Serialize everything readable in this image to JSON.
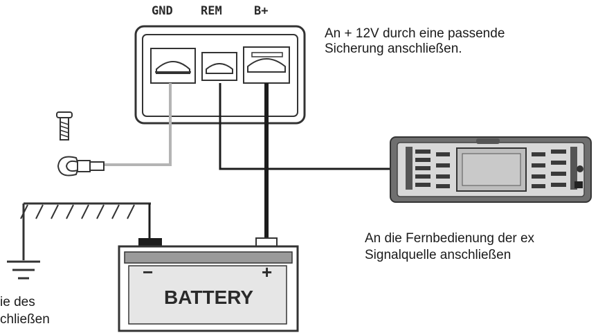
{
  "terminals": {
    "gnd": "GND",
    "rem": "REM",
    "bplus": "B+"
  },
  "labels": {
    "power_line1": "An + 12V durch eine passende",
    "power_line2": "Sicherung anschließen.",
    "remote_line1": "An die Fernbedienung der ex",
    "remote_line2": "Signalquelle anschließen",
    "ground_line1": "ie des",
    "ground_line2": "chließen"
  },
  "battery": {
    "label": "BATTERY",
    "minus": "−",
    "plus": "+"
  },
  "icons": [
    "screw-icon",
    "ring-terminal-icon",
    "ground-symbol-icon",
    "head-unit-icon"
  ],
  "colors": {
    "wire_dark": "#1c1c1c",
    "wire_gray": "#b4b4b4",
    "outline": "#333333",
    "panel_fill": "#d8d8d8"
  }
}
